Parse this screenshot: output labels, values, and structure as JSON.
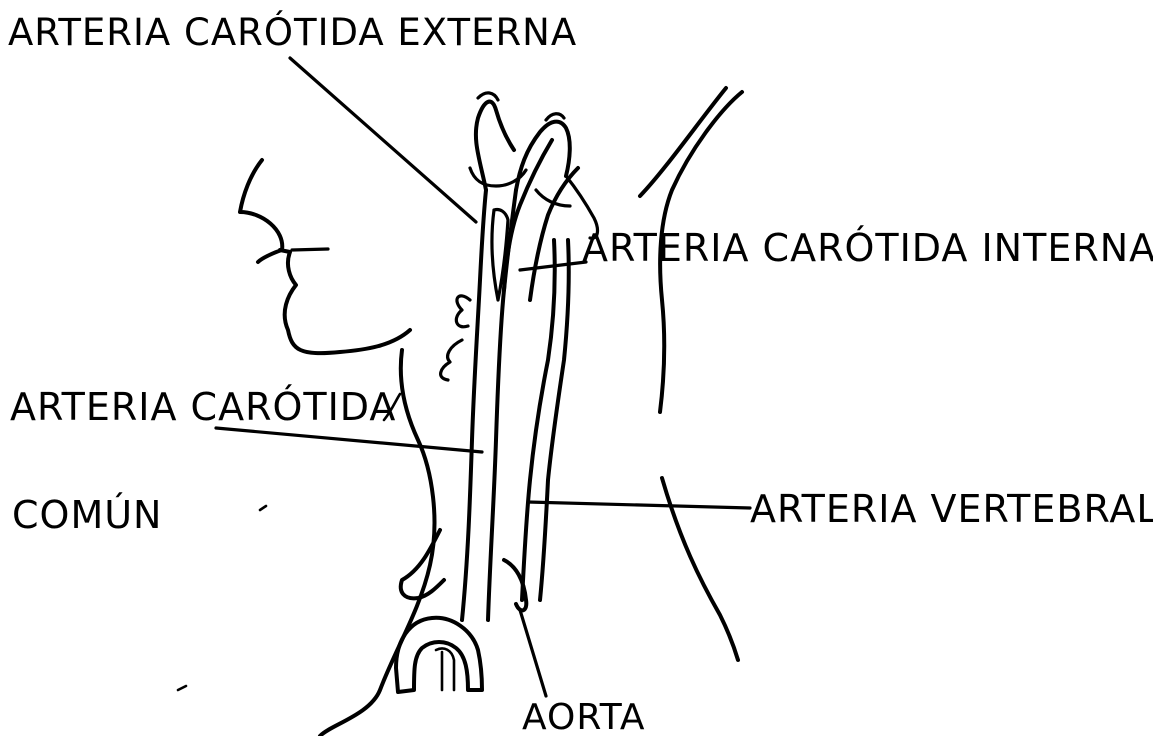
{
  "labels": {
    "external_carotid": "ARTERIA CARÓTIDA EXTERNA",
    "internal_carotid": "ARTERIA CARÓTIDA INTERNA",
    "common_carotid_line1": "ARTERIA CARÓTIDA",
    "common_carotid_line2": "COMÚN",
    "vertebral": "ARTERIA VERTEBRAL",
    "aorta": "AORTA"
  },
  "colors": {
    "ink": "#000000",
    "background": "#ffffff"
  }
}
